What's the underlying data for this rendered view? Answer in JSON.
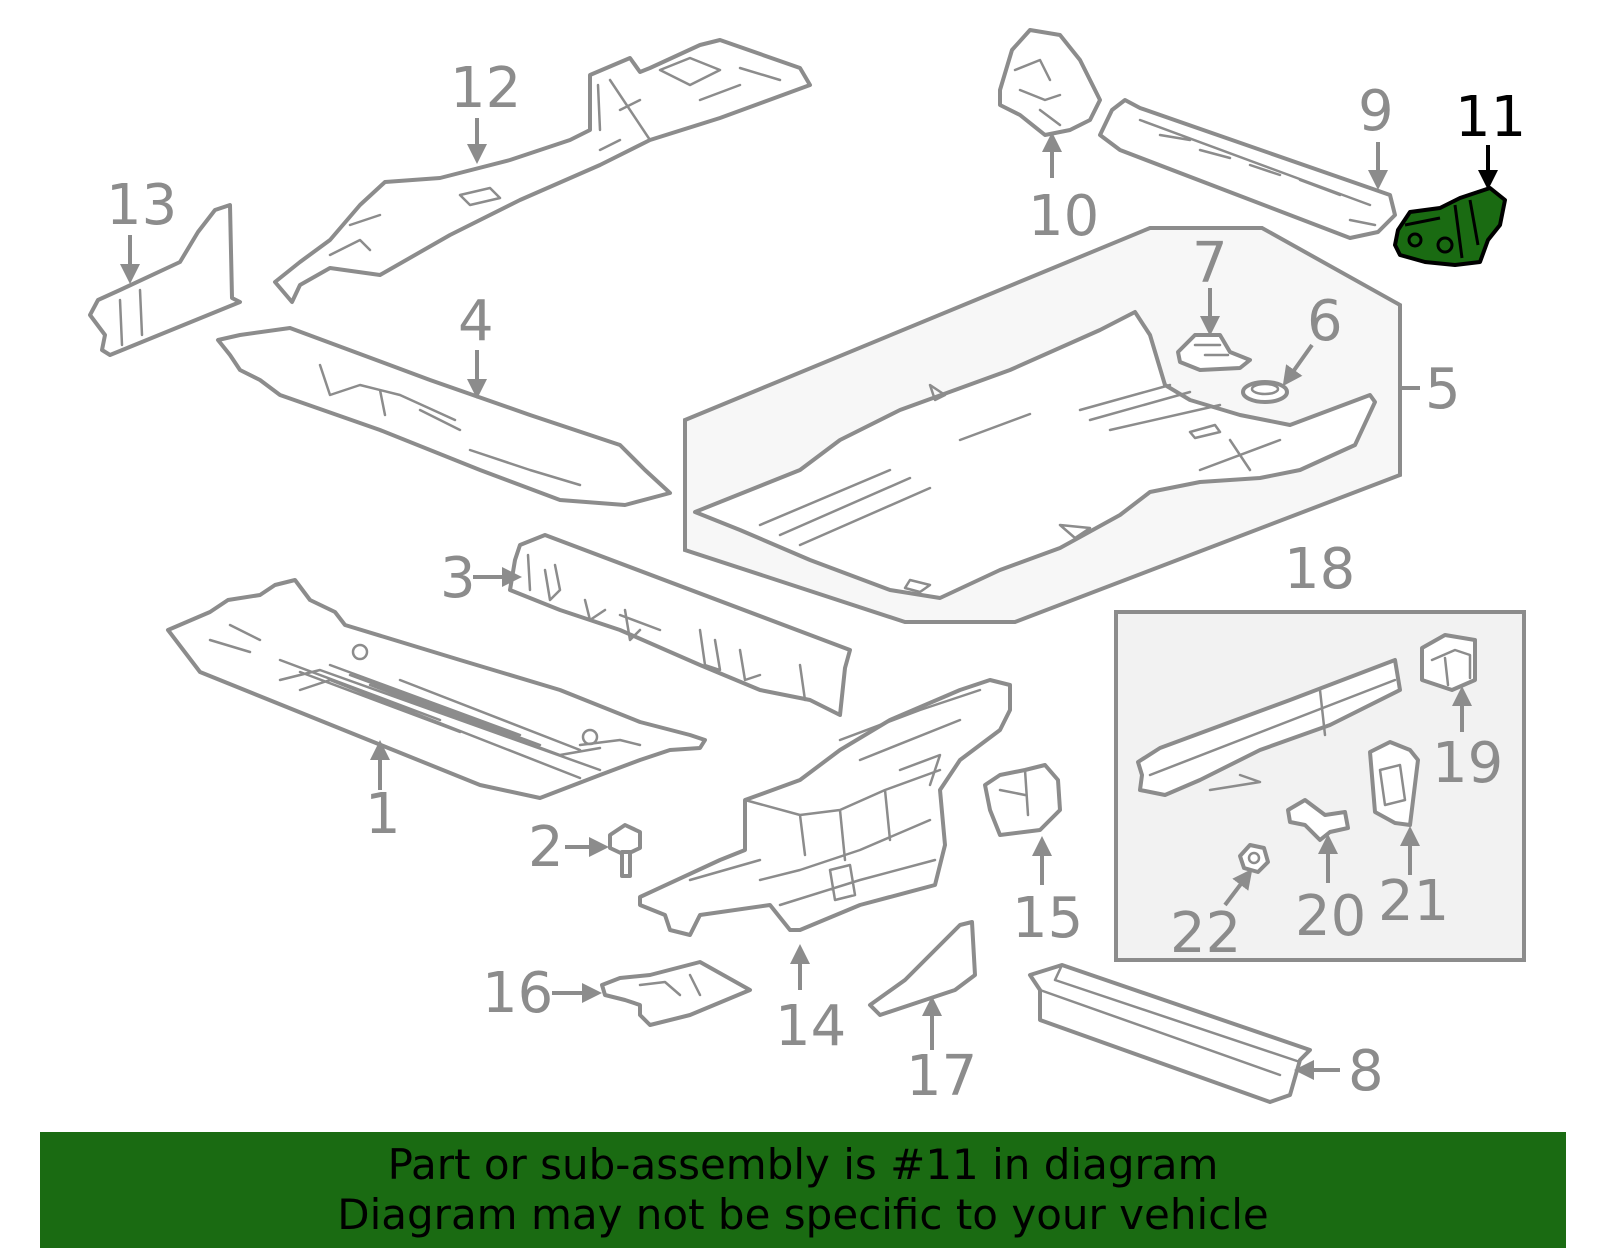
{
  "diagram": {
    "highlighted_part": "11",
    "highlight_color": "#1a6b12",
    "line_color": "#8c8c8c",
    "labels": {
      "p1": "1",
      "p2": "2",
      "p3": "3",
      "p4": "4",
      "p5": "5",
      "p6": "6",
      "p7": "7",
      "p8": "8",
      "p9": "9",
      "p10": "10",
      "p11": "11",
      "p12": "12",
      "p13": "13",
      "p14": "14",
      "p15": "15",
      "p16": "16",
      "p17": "17",
      "p18": "18",
      "p19": "19",
      "p20": "20",
      "p21": "21",
      "p22": "22"
    }
  },
  "banner": {
    "line1": "Part or sub-assembly is #11 in diagram",
    "line2": "Diagram may not be specific to your vehicle",
    "background": "#1a6b12"
  }
}
